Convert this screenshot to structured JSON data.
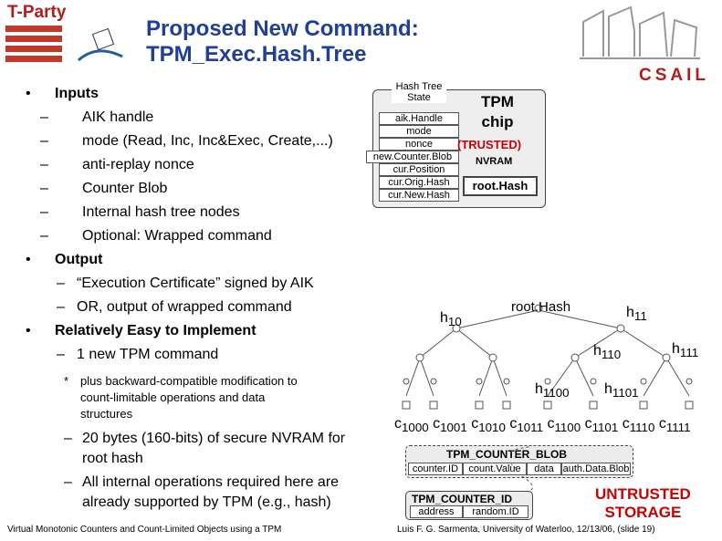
{
  "header": {
    "org_left": "T-Party",
    "title_line1": "Proposed New Command:",
    "title_line2": "TPM_Exec.Hash.Tree",
    "org_right": "CSAIL"
  },
  "bullets": [
    {
      "level": 1,
      "marker": "•",
      "text": "Inputs"
    },
    {
      "level": 2,
      "marker": "–",
      "text": "AIK handle"
    },
    {
      "level": 2,
      "marker": "–",
      "text": "mode (Read, Inc, Inc&Exec, Create,...)"
    },
    {
      "level": 2,
      "marker": "–",
      "text": "anti-replay nonce"
    },
    {
      "level": 2,
      "marker": "–",
      "text": "Counter Blob"
    },
    {
      "level": 2,
      "marker": "–",
      "text": "Internal hash tree nodes"
    },
    {
      "level": 2,
      "marker": "–",
      "text": "Optional: Wrapped command"
    },
    {
      "level": 1,
      "marker": "•",
      "text": "Output"
    },
    {
      "level": 2,
      "marker": "–",
      "text": "“Execution Certificate” signed by AIK"
    },
    {
      "level": 2,
      "marker": "–",
      "text": "OR, output of wrapped command"
    },
    {
      "level": 1,
      "marker": "•",
      "text": "Relatively Easy to Implement"
    },
    {
      "level": 2,
      "marker": "–",
      "text": "1 new TPM command"
    }
  ],
  "sub_note": {
    "marker": "*",
    "lines": [
      "plus backward-compatible modification to",
      "count-limitable operations and data",
      "structures"
    ]
  },
  "extra_bullets": [
    {
      "marker": "–",
      "lines": [
        "20 bytes (160-bits) of secure NVRAM for",
        "root hash"
      ]
    },
    {
      "marker": "–",
      "lines": [
        "All internal operations required here are",
        "already supported by TPM (e.g., hash)"
      ]
    }
  ],
  "tpm_state": {
    "header_line1": "Hash Tree",
    "header_line2": "State",
    "fields": [
      "aik.Handle",
      "mode",
      "nonce",
      "new.Counter.Blob",
      "cur.Position",
      "cur.Orig.Hash",
      "cur.New.Hash"
    ],
    "chip_line1": "TPM",
    "chip_line2": "chip",
    "trusted": "(TRUSTED)",
    "nvram": "NVRAM",
    "root_hash": "root.Hash"
  },
  "tree": {
    "root": "root.Hash",
    "h10": {
      "base": "h",
      "sub": "10"
    },
    "h11": {
      "base": "h",
      "sub": "11"
    },
    "h110": {
      "base": "h",
      "sub": "110"
    },
    "h111": {
      "base": "h",
      "sub": "111"
    },
    "h1100": {
      "base": "h",
      "sub": "1100"
    },
    "h1101": {
      "base": "h",
      "sub": "1101"
    },
    "counters": [
      {
        "base": "c",
        "sub": "1000"
      },
      {
        "base": "c",
        "sub": "1001"
      },
      {
        "base": "c",
        "sub": "1010"
      },
      {
        "base": "c",
        "sub": "1011"
      },
      {
        "base": "c",
        "sub": "1100"
      },
      {
        "base": "c",
        "sub": "1101"
      },
      {
        "base": "c",
        "sub": "1110"
      },
      {
        "base": "c",
        "sub": "1111"
      }
    ]
  },
  "counter_blob": {
    "title": "TPM_COUNTER_BLOB",
    "fields": [
      "counter.ID",
      "count.Value",
      "data",
      "auth.Data.Blob"
    ]
  },
  "counter_id": {
    "title": "TPM_COUNTER_ID",
    "fields": [
      "address",
      "random.ID"
    ]
  },
  "untrusted_line1": "UNTRUSTED",
  "untrusted_line2": "STORAGE",
  "footer": {
    "left": "Virtual Monotonic Counters and Count-Limited Objects using a TPM",
    "right": "Luis F. G. Sarmenta, University of Waterloo, 12/13/06, (slide 19)"
  },
  "colors": {
    "title": "#1f3f99",
    "accent_red": "#cc0000",
    "brand_red": "#b71a1a"
  }
}
